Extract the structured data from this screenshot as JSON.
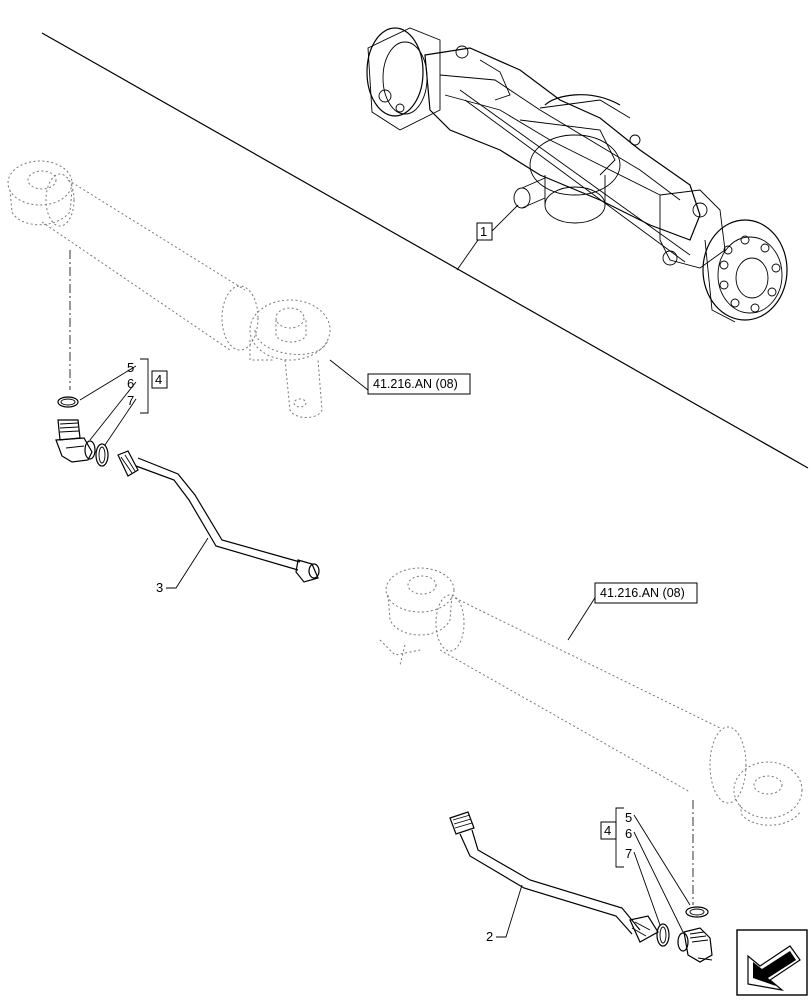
{
  "callouts": {
    "item_1": "1",
    "item_2": "2",
    "item_3": "3",
    "upper_group": {
      "item_4": "4",
      "item_5": "5",
      "item_6": "6",
      "item_7": "7"
    },
    "lower_group": {
      "item_4": "4",
      "item_5": "5",
      "item_6": "6",
      "item_7": "7"
    }
  },
  "references": {
    "upper_cylinder": "41.216.AN (08)",
    "lower_cylinder": "41.216.AN (08)"
  },
  "icons": {
    "navigation": "back-arrow-icon",
    "colors": {
      "line": "#000000",
      "phantom": "#777777",
      "background": "#ffffff"
    }
  }
}
